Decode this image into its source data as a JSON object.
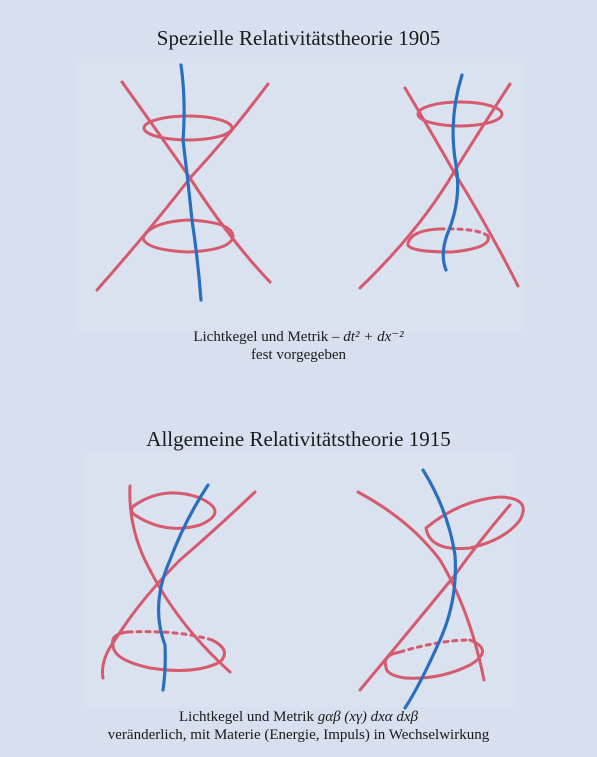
{
  "sections": [
    {
      "heading": "Spezielle Relativitätstheorie 1905",
      "caption_prefix": "Lichtkegel und Metrik",
      "caption_formula": "– dt² + dx⁻²",
      "caption_line2": "fest vorgegeben"
    },
    {
      "heading": "Allgemeine Relativitätstheorie 1915",
      "caption_prefix": "Lichtkegel und Metrik",
      "caption_formula": "gαβ (xγ) dxα dxβ",
      "caption_line2": "veränderlich, mit Materie (Energie, Impuls) in Wechselwirkung"
    }
  ],
  "colors": {
    "background": "#d8dfee",
    "light_cone": "#d55a6e",
    "world_line": "#2a6fbf"
  }
}
